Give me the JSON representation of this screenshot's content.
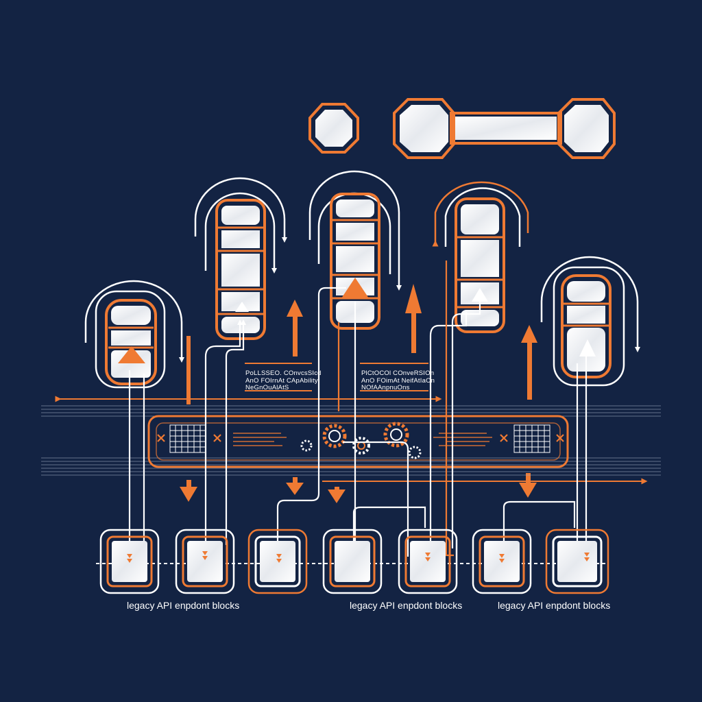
{
  "colors": {
    "background": "#132343",
    "accent": "#ef7a33",
    "line": "#ffffff",
    "block_fill": "#eef0f3"
  },
  "annotations": {
    "left": [
      "PoLLSSEO. COnvcsSIcd",
      "AnO FOIrnAt CApAbility",
      "NeGnOuAlAtS"
    ],
    "right": [
      "PlCtOCOl COnveRSIOn",
      "AnO FOimAt NeifAtIaOn",
      "NOfAAnpnuOns"
    ]
  },
  "labels": {
    "bottom_1": "legacy API enpdont blocks",
    "bottom_2": "legacy API enpdont blocks",
    "bottom_3": "legacy API enpdont blocks"
  },
  "icons": {
    "header": [
      "octagon-node-icon",
      "dumbbell-connector-icon"
    ],
    "bus": [
      "gear-icon",
      "grid-icon",
      "close-icon"
    ]
  }
}
